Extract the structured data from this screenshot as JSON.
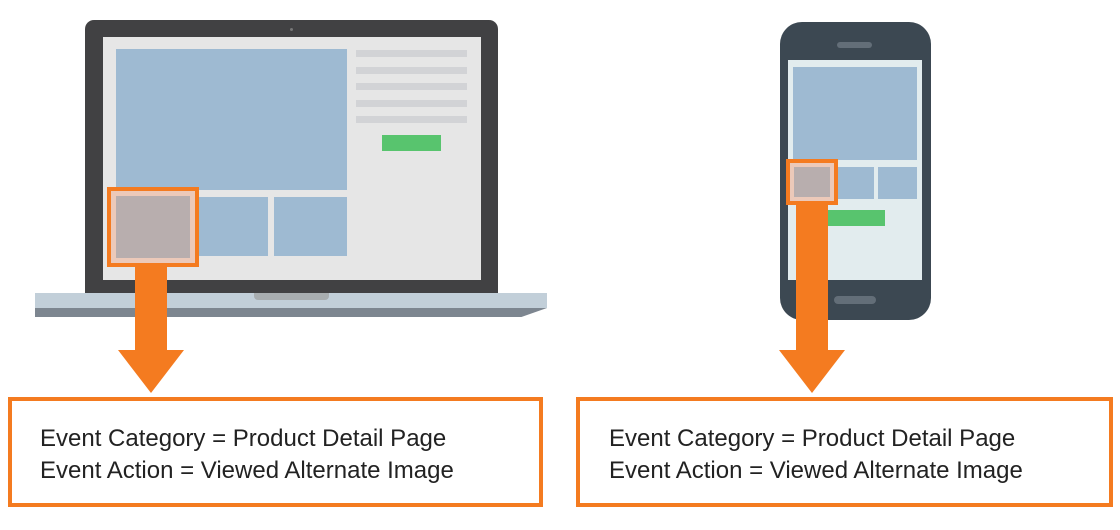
{
  "colors": {
    "accent": "#f47b20",
    "image": "#9ebad2",
    "button": "#58c46e"
  },
  "laptop_box": {
    "line1": "Event Category = Product Detail Page",
    "line2": "Event Action = Viewed Alternate Image"
  },
  "phone_box": {
    "line1": "Event Category = Product Detail Page",
    "line2": "Event Action = Viewed Alternate Image"
  }
}
